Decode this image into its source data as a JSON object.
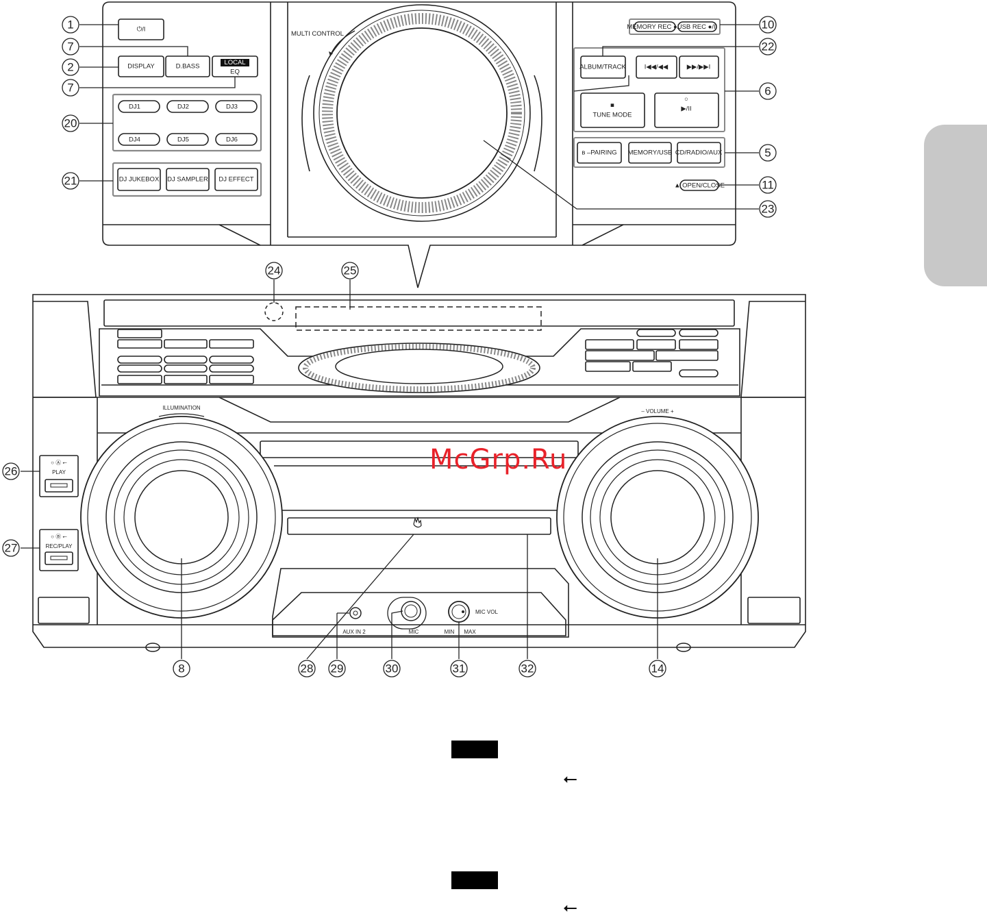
{
  "buttons": {
    "power": "⏻/I",
    "display": "DISPLAY",
    "dbass": "D.BASS",
    "local": "LOCAL",
    "eq": "EQ",
    "dj1": "DJ1",
    "dj2": "DJ2",
    "dj3": "DJ3",
    "dj4": "DJ4",
    "dj5": "DJ5",
    "dj6": "DJ6",
    "dj_jukebox": "DJ JUKEBOX",
    "dj_sampler": "DJ SAMPLER",
    "dj_effect": "DJ EFFECT",
    "memory_rec": "MEMORY REC ●/II",
    "usb_rec": "USB REC ●/II",
    "album_track": "ALBUM/TRACK",
    "prev": "I◀◀/◀◀",
    "next": "▶▶/▶▶I",
    "stop_symbol": "■",
    "tune_mode": "TUNE MODE",
    "play_indicator": "○",
    "play_pause": "▶/II",
    "pairing": "ʙ –PAIRING",
    "memory_usb": "MEMORY/USB",
    "cd_radio_aux": "CD/RADIO/AUX",
    "open_close": "▲ OPEN/CLOSE"
  },
  "labels": {
    "multi_control": "MULTI CONTROL",
    "illumination": "ILLUMINATION",
    "volume": "–  VOLUME  +",
    "usb_a_port": "○ Ⓐ ⭠",
    "usb_a_mode": "PLAY",
    "usb_b_port": "○ Ⓑ ⭠",
    "usb_b_mode": "REC/PLAY",
    "aux_in": "AUX IN 2",
    "mic": "MIC",
    "mic_vol": "MIC VOL",
    "min": "MIN",
    "max": "MAX"
  },
  "callouts": {
    "c1": "1",
    "c7a": "7",
    "c2": "2",
    "c7b": "7",
    "c20": "20",
    "c21": "21",
    "c10": "10",
    "c22": "22",
    "c6": "6",
    "c5": "5",
    "c11": "11",
    "c23": "23",
    "c24": "24",
    "c25": "25",
    "c26": "26",
    "c27": "27",
    "c8": "8",
    "c28": "28",
    "c29": "29",
    "c30": "30",
    "c31": "31",
    "c32": "32",
    "c14": "14"
  },
  "watermark": "McGrp.Ru",
  "usb_symbol_1": "⭠",
  "usb_symbol_2": "⭠"
}
